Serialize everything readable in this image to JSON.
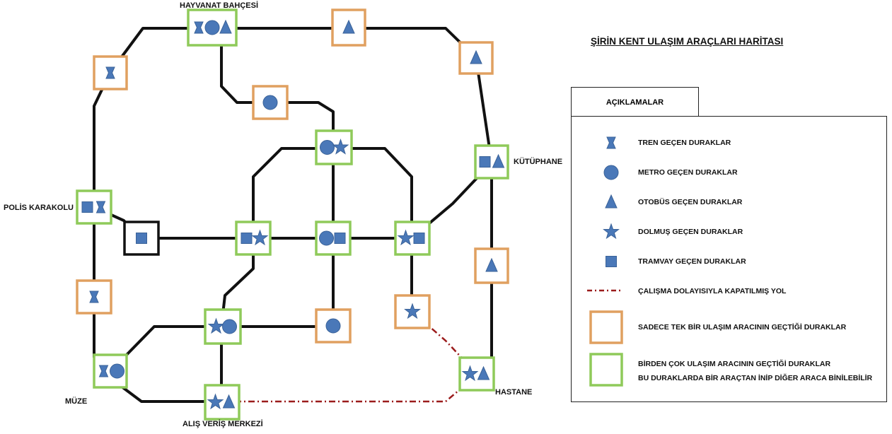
{
  "title": "ŞİRİN KENT ULAŞIM ARAÇLARI HARİTASI",
  "colors": {
    "symbol": "#4a78b8",
    "single_border": "#e0a060",
    "multi_border": "#8fca5a",
    "special_border": "#111111",
    "line": "#111111",
    "closed_road": "#9b1c1c"
  },
  "places": {
    "zoo": "HAYVANAT BAHÇESİ",
    "library": "KÜTÜPHANE",
    "police": "POLİS KARAKOLU",
    "museum": "MÜZE",
    "mall": "ALIŞ VERİŞ MERKEZİ",
    "hospital": "HASTANE"
  },
  "legend": {
    "tab": "AÇIKLAMALAR",
    "items": [
      {
        "icon": "train-icon",
        "text": "TREN GEÇEN DURAKLAR"
      },
      {
        "icon": "metro-icon",
        "text": "METRO GEÇEN DURAKLAR"
      },
      {
        "icon": "bus-icon",
        "text": "OTOBÜS GEÇEN DURAKLAR"
      },
      {
        "icon": "minibus-icon",
        "text": "DOLMUŞ GEÇEN DURAKLAR"
      },
      {
        "icon": "tram-icon",
        "text": "TRAMVAY GEÇEN DURAKLAR"
      },
      {
        "icon": "closed-road-icon",
        "text": "ÇALIŞMA DOLAYISIYLA KAPATILMIŞ YOL"
      },
      {
        "icon": "single-stop-icon",
        "text": "SADECE TEK BİR ULAŞIM ARACININ GEÇTİĞİ DURAKLAR"
      },
      {
        "icon": "multi-stop-icon",
        "text": "BİRDEN ÇOK ULAŞIM ARACININ GEÇTİĞİ DURAKLAR",
        "text2": "BU DURAKLARDA BİR ARAÇTAN İNİP DİĞER ARACA BİNİLEBİLİR"
      }
    ]
  },
  "stops": [
    {
      "id": "zoo",
      "kind": "multi",
      "symbols": [
        "train",
        "metro",
        "bus"
      ]
    },
    {
      "id": "top-bus-1",
      "kind": "single",
      "symbols": [
        "bus"
      ]
    },
    {
      "id": "top-bus-2",
      "kind": "single",
      "symbols": [
        "bus"
      ]
    },
    {
      "id": "left-train-1",
      "kind": "single",
      "symbols": [
        "train"
      ]
    },
    {
      "id": "inner-metro",
      "kind": "single",
      "symbols": [
        "metro"
      ]
    },
    {
      "id": "center-top",
      "kind": "multi",
      "symbols": [
        "metro",
        "minibus"
      ]
    },
    {
      "id": "library",
      "kind": "multi",
      "symbols": [
        "tram",
        "bus"
      ]
    },
    {
      "id": "police",
      "kind": "multi",
      "symbols": [
        "tram",
        "train"
      ]
    },
    {
      "id": "tram-single",
      "kind": "special",
      "symbols": [
        "tram"
      ]
    },
    {
      "id": "mid-left",
      "kind": "multi",
      "symbols": [
        "tram",
        "minibus"
      ]
    },
    {
      "id": "mid-center",
      "kind": "multi",
      "symbols": [
        "metro",
        "tram"
      ]
    },
    {
      "id": "mid-right",
      "kind": "multi",
      "symbols": [
        "minibus",
        "tram"
      ]
    },
    {
      "id": "right-bus",
      "kind": "single",
      "symbols": [
        "bus"
      ]
    },
    {
      "id": "left-train-2",
      "kind": "single",
      "symbols": [
        "train"
      ]
    },
    {
      "id": "minibus-single",
      "kind": "single",
      "symbols": [
        "minibus"
      ]
    },
    {
      "id": "lower-metro",
      "kind": "single",
      "symbols": [
        "metro"
      ]
    },
    {
      "id": "lower-left",
      "kind": "multi",
      "symbols": [
        "minibus",
        "metro"
      ]
    },
    {
      "id": "museum",
      "kind": "multi",
      "symbols": [
        "train",
        "metro"
      ]
    },
    {
      "id": "hospital",
      "kind": "multi",
      "symbols": [
        "minibus",
        "bus"
      ]
    },
    {
      "id": "mall",
      "kind": "multi",
      "symbols": [
        "minibus",
        "bus"
      ]
    }
  ]
}
